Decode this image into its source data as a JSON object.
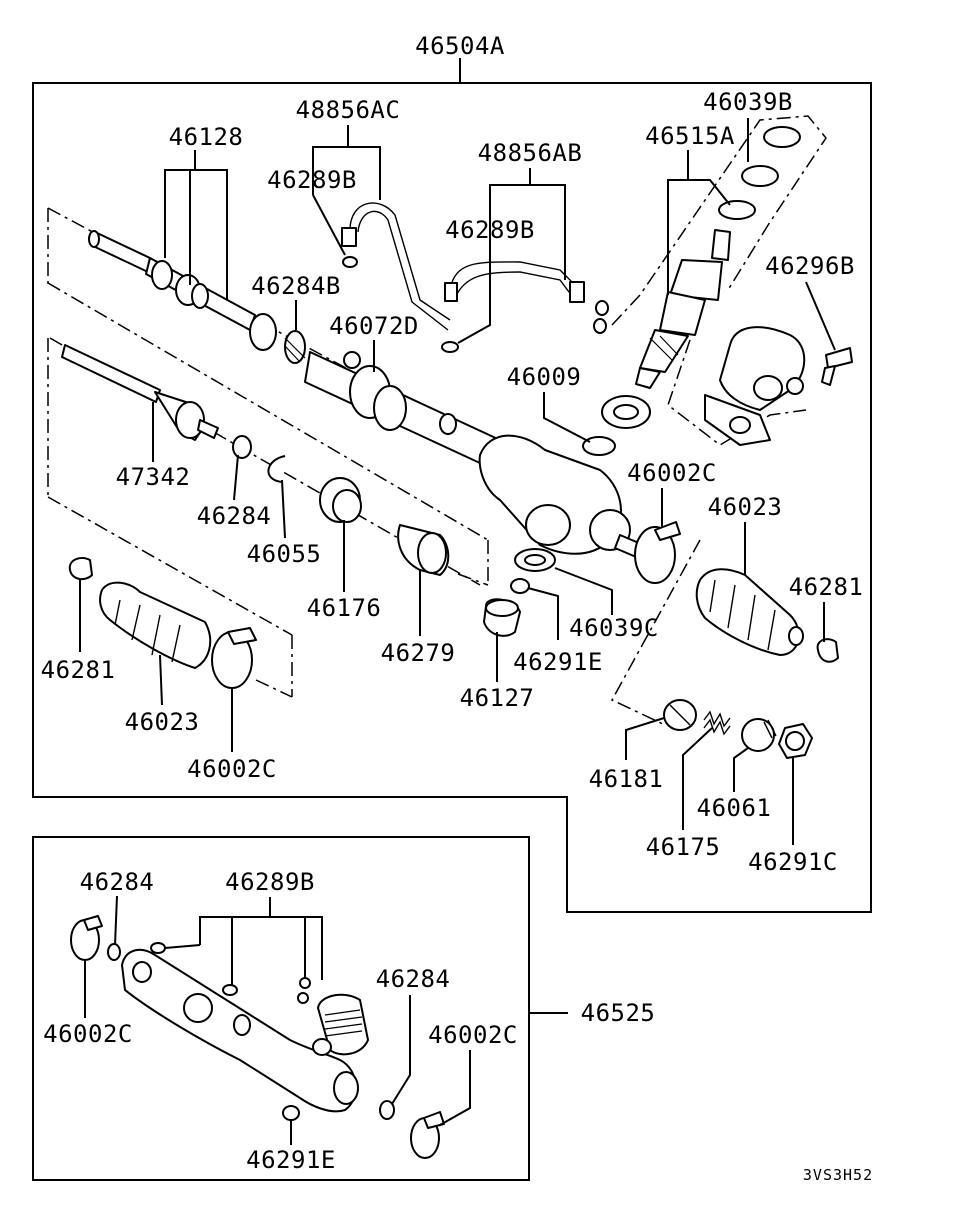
{
  "diagram": {
    "labels": {
      "assembly_main": "46504A",
      "assembly_sub": "46525",
      "code": "3VS3H52"
    },
    "main_parts": [
      "46128",
      "48856AC",
      "46289B",
      "48856AB",
      "46289B",
      "46515A",
      "46039B",
      "46284B",
      "46072D",
      "46296B",
      "46009",
      "47342",
      "46284",
      "46055",
      "46002C",
      "46023",
      "46281",
      "46176",
      "46279",
      "46039C",
      "46291E",
      "46127",
      "46281",
      "46023",
      "46002C",
      "46181",
      "46061",
      "46175",
      "46291C"
    ],
    "sub_parts": [
      "46284",
      "46289B",
      "46002C",
      "46284",
      "46002C",
      "46291E"
    ]
  }
}
